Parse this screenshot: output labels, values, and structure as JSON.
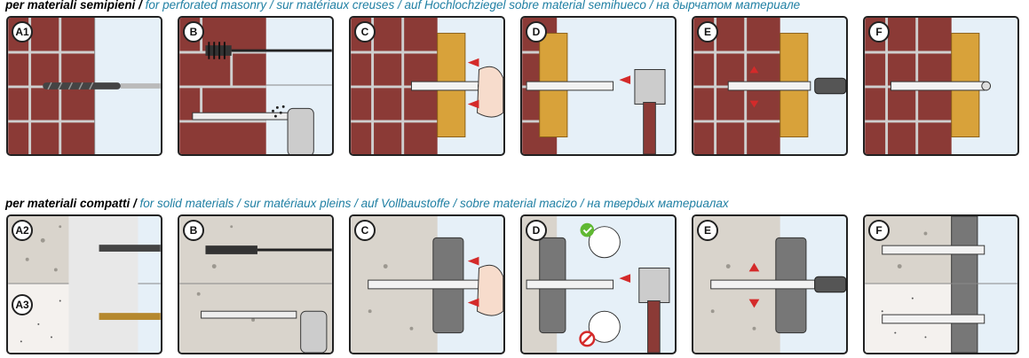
{
  "headings": {
    "perforated_bold": "per materiali semipieni /",
    "perforated_trans": " for perforated masonry / sur matériaux creuses / auf Hochlochziegel sobre material semihueco / на дырчатом материале",
    "solid_bold": "per materiali compatti /",
    "solid_trans": " for solid materials / sur matériaux pleins / auf Vollbaustoffe / sobre material macizo / на твердых материалах"
  },
  "top_row": [
    {
      "label": "A1"
    },
    {
      "label": "B"
    },
    {
      "label": "C"
    },
    {
      "label": "D"
    },
    {
      "label": "E"
    },
    {
      "label": "F"
    }
  ],
  "bottom_row": [
    {
      "label": "A2",
      "label2": "A3"
    },
    {
      "label": "B"
    },
    {
      "label": "C"
    },
    {
      "label": "D"
    },
    {
      "label": "E"
    },
    {
      "label": "F"
    }
  ],
  "colors": {
    "brick": "#8b3a36",
    "mortar": "#cfcfcf",
    "wood": "#d8a23a",
    "concrete": "#d9d4cc",
    "arrow": "#d42a2a",
    "heading_translation": "#1f7fa3",
    "background": "#e6f0f8"
  },
  "icons": [
    "drill-bit-icon",
    "brush-icon",
    "blower-icon",
    "hand-icon",
    "hammer-icon",
    "screwdriver-icon",
    "anchor-icon",
    "check-icon",
    "prohibited-icon"
  ]
}
